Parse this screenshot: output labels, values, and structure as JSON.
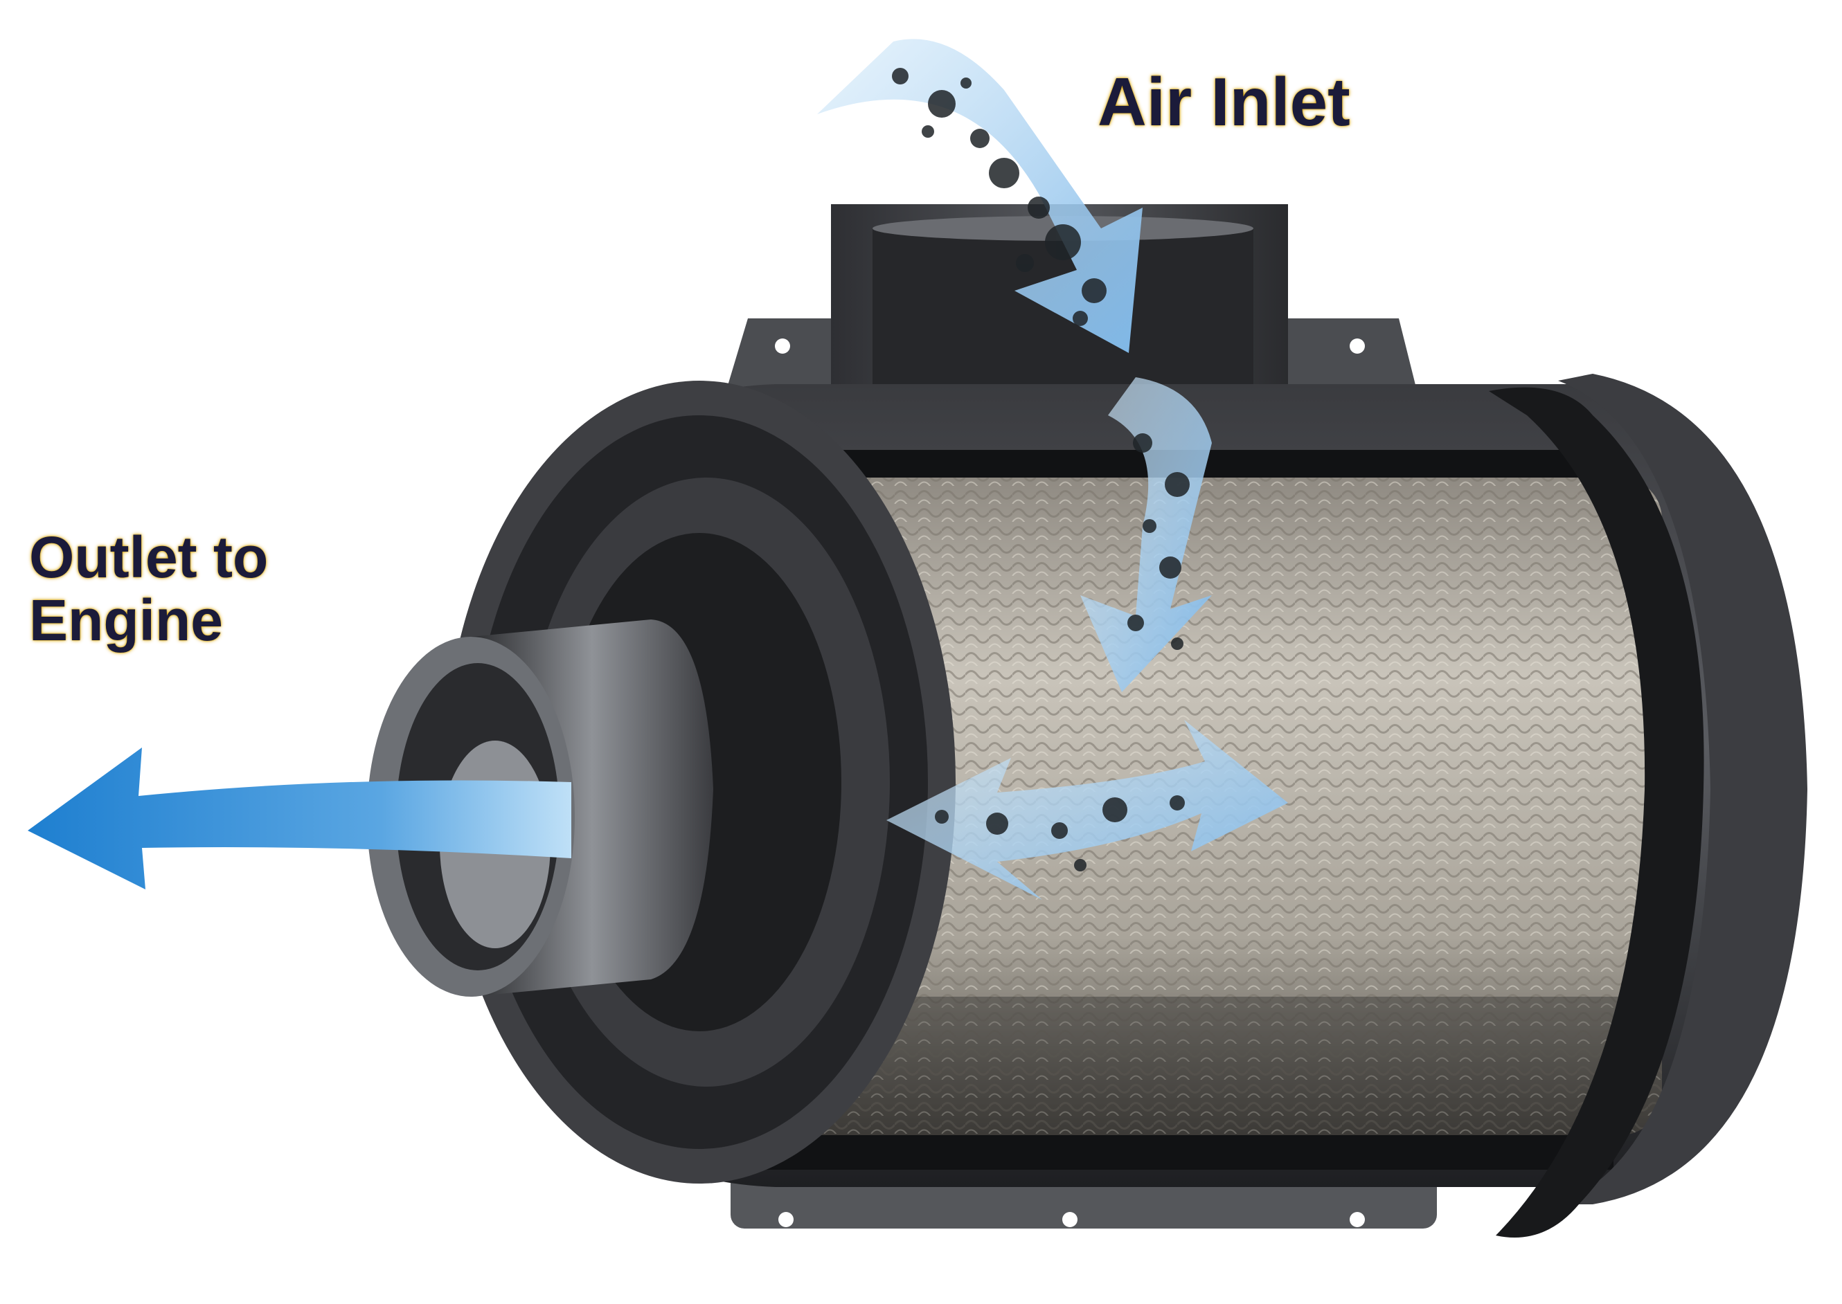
{
  "labels": {
    "air_inlet": "Air Inlet",
    "outlet_line1": "Outlet to",
    "outlet_line2": "Engine"
  },
  "colors": {
    "label_text": "#1b1b3a",
    "label_glow": "#d9a400",
    "clean_air": "#1e7fd0",
    "dirty_air": "#8ec2ec",
    "housing_dark": "#2c2d30",
    "housing_mid": "#4d4f54",
    "filter_media": "#b3aea4"
  },
  "icons": {
    "inlet_arrow": "curved-arrow-down-icon",
    "filter_flow_arrow": "swirl-arrow-icon",
    "outlet_arrow": "arrow-left-icon"
  }
}
